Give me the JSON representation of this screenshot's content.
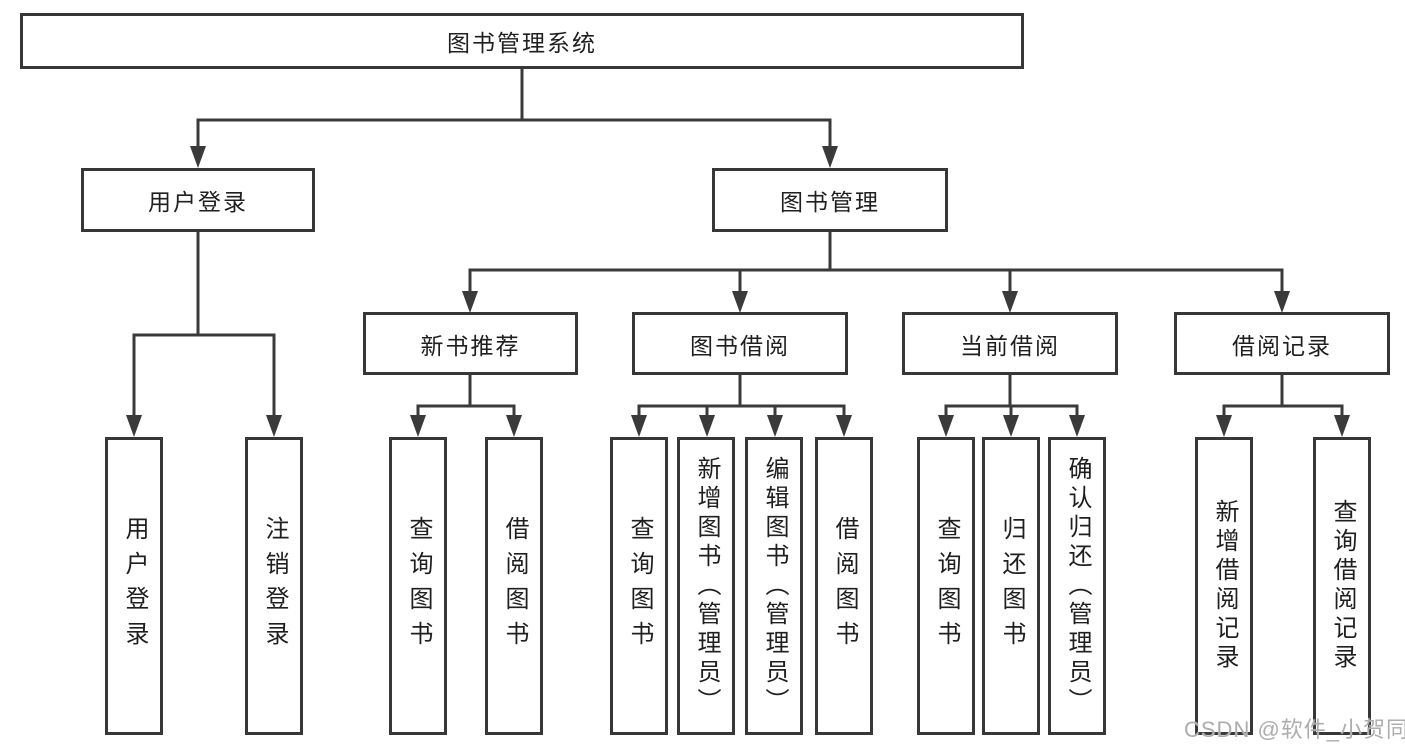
{
  "nodes": {
    "root": {
      "label": "图书管理系统"
    },
    "level2": [
      {
        "id": "user-login",
        "label": "用户登录"
      },
      {
        "id": "book-management",
        "label": "图书管理"
      }
    ],
    "level3": [
      {
        "id": "new-book-recommend",
        "label": "新书推荐",
        "parent": "图书管理"
      },
      {
        "id": "book-borrow",
        "label": "图书借阅",
        "parent": "图书管理"
      },
      {
        "id": "current-borrow",
        "label": "当前借阅",
        "parent": "图书管理"
      },
      {
        "id": "borrow-records",
        "label": "借阅记录",
        "parent": "图书管理"
      }
    ],
    "leaves": [
      {
        "id": "user-login-action",
        "label": "用户登录",
        "parent": "用户登录"
      },
      {
        "id": "logout-action",
        "label": "注销登录",
        "parent": "用户登录"
      },
      {
        "id": "query-books-recommend",
        "label": "查询图书",
        "parent": "新书推荐"
      },
      {
        "id": "borrow-books-recommend",
        "label": "借阅图书",
        "parent": "新书推荐"
      },
      {
        "id": "query-books-borrow",
        "label": "查询图书",
        "parent": "图书借阅"
      },
      {
        "id": "add-books-admin",
        "label": "新增图书（管理员）",
        "parent": "图书借阅"
      },
      {
        "id": "edit-books-admin",
        "label": "编辑图书（管理员）",
        "parent": "图书借阅"
      },
      {
        "id": "borrow-books",
        "label": "借阅图书",
        "parent": "图书借阅"
      },
      {
        "id": "query-books-current",
        "label": "查询图书",
        "parent": "当前借阅"
      },
      {
        "id": "return-books",
        "label": "归还图书",
        "parent": "当前借阅"
      },
      {
        "id": "confirm-return-admin",
        "label": "确认归还（管理员）",
        "parent": "当前借阅"
      },
      {
        "id": "add-borrow-record",
        "label": "新增借阅记录",
        "parent": "借阅记录"
      },
      {
        "id": "query-borrow-record",
        "label": "查询借阅记录",
        "parent": "借阅记录"
      }
    ]
  },
  "watermark": "CSDN @软件_小贺同学",
  "colors": {
    "line": "#3a3a3a",
    "box_border": "#373737",
    "box_fill": "#ffffff",
    "text": "#1f1f1f",
    "background": "#ffffff",
    "watermark": "#adadad"
  }
}
